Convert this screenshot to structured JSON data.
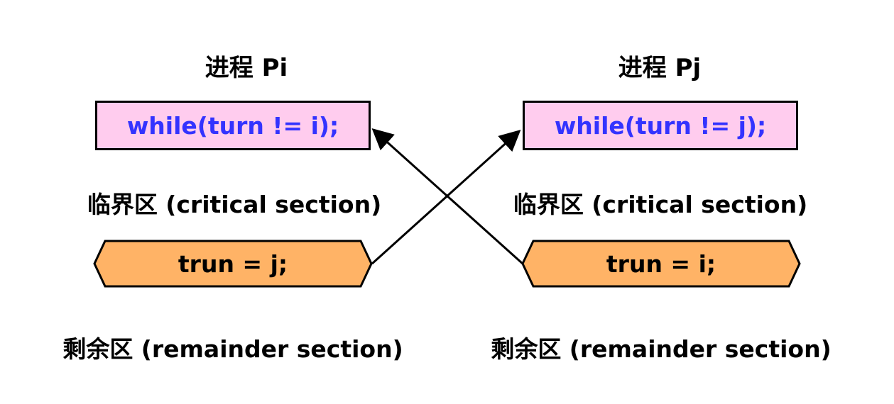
{
  "colors": {
    "while_fill": "#ffccee",
    "while_text": "#3333ff",
    "hex_fill": "#ffb366",
    "border": "#000000",
    "text": "#000000"
  },
  "process_i": {
    "title": "进程 Pi",
    "entry_code": "while(turn != i);",
    "critical_label": "临界区 (critical section)",
    "exit_code": "trun = j;",
    "remainder_label": "剩余区 (remainder section)"
  },
  "process_j": {
    "title": "进程 Pj",
    "entry_code": "while(turn != j);",
    "critical_label": "临界区 (critical section)",
    "exit_code": "trun = i;",
    "remainder_label": "剩余区 (remainder section)"
  }
}
